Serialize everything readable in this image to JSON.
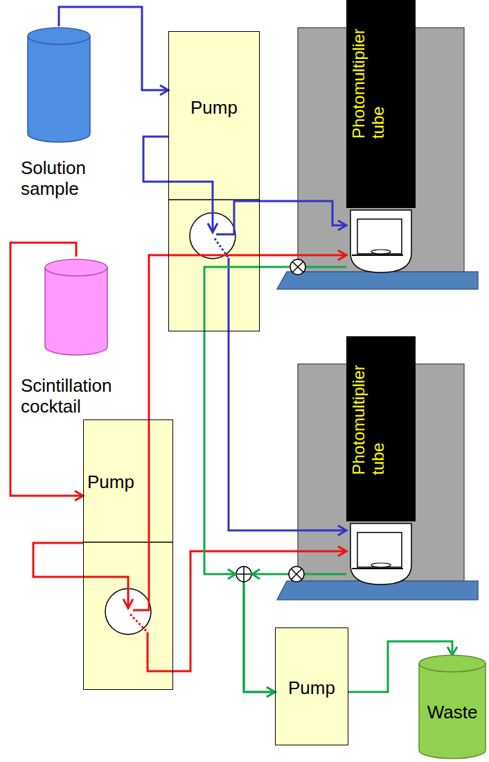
{
  "diagram": {
    "nodes": [
      {
        "text": [
          "Solution sample"
        ]
      },
      {
        "text": [
          "Pump"
        ]
      },
      {
        "text": [
          "Photomultiplier tube"
        ]
      },
      {
        "text": [
          "Scintillation cocktail"
        ]
      },
      {
        "text": [
          "Photomultiplier tube"
        ]
      },
      {
        "text": [
          "Pump"
        ]
      },
      {
        "text": [
          "Pump"
        ]
      },
      {
        "text": [
          "Waste"
        ]
      }
    ],
    "edges": [
      {
        "from": 0,
        "to": 1,
        "arrow": "to"
      },
      {
        "from": 1,
        "to": 2,
        "arrow": "to"
      },
      {
        "from": 1,
        "to": 4,
        "arrow": "to"
      },
      {
        "from": 3,
        "to": 5,
        "arrow": "to"
      },
      {
        "from": 5,
        "to": 2,
        "arrow": "to"
      },
      {
        "from": 5,
        "to": 4,
        "arrow": "to"
      },
      {
        "from": 2,
        "to": 6,
        "arrow": "to"
      },
      {
        "from": 4,
        "to": 6,
        "arrow": "to"
      },
      {
        "from": 6,
        "to": 7,
        "arrow": "to"
      }
    ]
  }
}
